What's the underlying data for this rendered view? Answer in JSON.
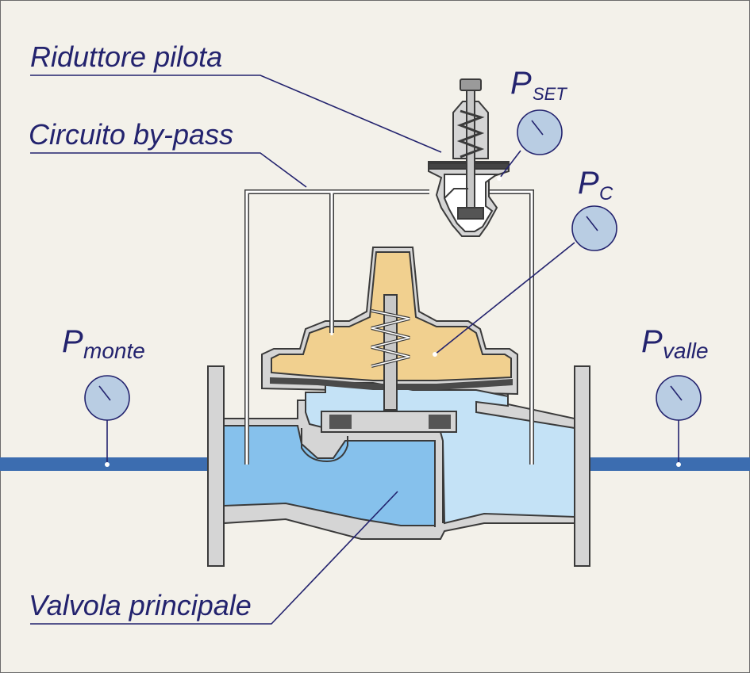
{
  "labels": {
    "pilot": "Riduttore pilota",
    "bypass": "Circuito by-pass",
    "main_valve": "Valvola principale"
  },
  "gauges": {
    "set": {
      "letter": "P",
      "sub": "SET"
    },
    "c": {
      "letter": "P",
      "sub": "C"
    },
    "monte": {
      "letter": "P",
      "sub": "monte"
    },
    "valle": {
      "letter": "P",
      "sub": "valle"
    }
  },
  "colors": {
    "background": "#f3f1ea",
    "pipe": "#3c6db0",
    "upstream_water": "#86c1ec",
    "downstream_water": "#c4e2f6",
    "control_chamber": "#f1d08f",
    "body_metal": "#d5d5d5",
    "outline": "#3a3a3a",
    "label_text": "#23236e",
    "gauge_face": "#b9cde3"
  }
}
